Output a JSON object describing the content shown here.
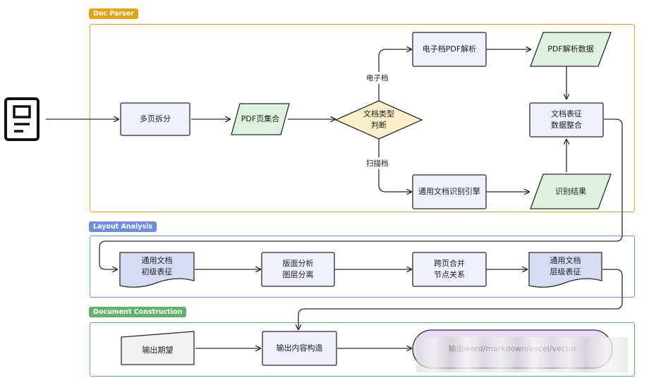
{
  "sections": [
    {
      "id": "doc-parser",
      "title": "Doc Parser",
      "color": "#e3a21a"
    },
    {
      "id": "layout-analysis",
      "title": "Layout Analysis",
      "color": "#6d8fe0"
    },
    {
      "id": "document-construction",
      "title": "Document Construction",
      "color": "#5fb36b"
    }
  ],
  "nodes": {
    "multi_page_split": "多页拆分",
    "pdf_page_set": "PDF页集合",
    "doc_type_judge": "文档类型\n判断",
    "e_doc_pdf_parse": "电子档PDF解析",
    "pdf_parse_data": "PDF解析数据",
    "doc_feature_merge": "文档表征\n数据整合",
    "ocr_engine": "通用文档识别引擎",
    "ocr_result": "识别结果",
    "primary_feature": "通用文档\n初级表征",
    "layout_split": "版面分析\n图层分离",
    "cross_page_merge": "跨页合并\n节点关系",
    "hierarchy_feature": "通用文档\n层级表征",
    "output_expect": "输出期望",
    "output_build": "输出内容构造",
    "output_formats": "输出word/markdown/excel/vector"
  },
  "edge_labels": {
    "electronic": "电子档",
    "scanned": "扫描档"
  },
  "colors": {
    "process_fill": "#eef0fb",
    "data_fill": "#ddf1df",
    "decision_fill": "#fbeec8",
    "doc_fill": "#d7dcf5",
    "output_fill": "#ead9f7",
    "manual_fill": "#f2f2f2",
    "stroke": "#2b2b2b"
  },
  "icons": {
    "input": "document-icon"
  }
}
